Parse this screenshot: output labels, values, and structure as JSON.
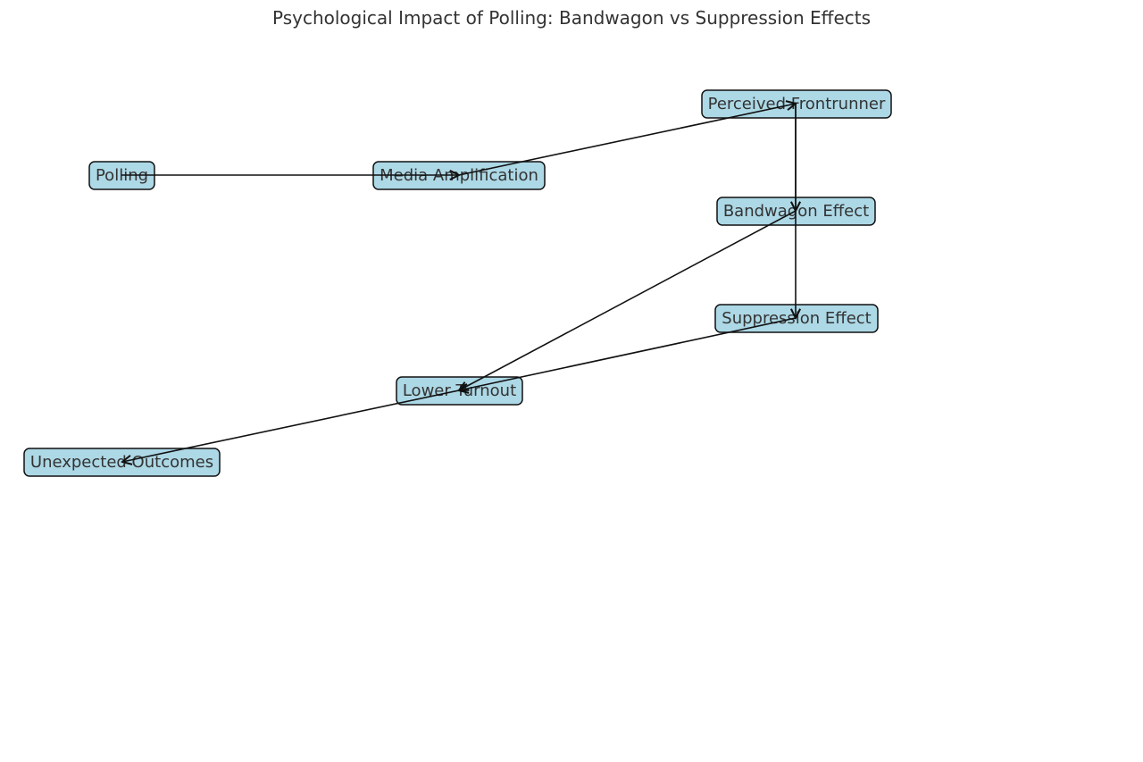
{
  "title": "Psychological Impact of Polling: Bandwagon vs Suppression Effects",
  "colors": {
    "node_fill": "#add8e6",
    "node_stroke": "#111111",
    "edge": "#111111",
    "text": "#333333"
  },
  "nodes": [
    {
      "id": "polling",
      "label": "Polling"
    },
    {
      "id": "media",
      "label": "Media Amplification"
    },
    {
      "id": "frontrunner",
      "label": "Perceived Frontrunner"
    },
    {
      "id": "bandwagon",
      "label": "Bandwagon Effect"
    },
    {
      "id": "suppression",
      "label": "Suppression Effect"
    },
    {
      "id": "turnout",
      "label": "Lower Turnout"
    },
    {
      "id": "outcomes",
      "label": "Unexpected Outcomes"
    }
  ],
  "edges": [
    {
      "from": "polling",
      "to": "media"
    },
    {
      "from": "media",
      "to": "frontrunner"
    },
    {
      "from": "frontrunner",
      "to": "bandwagon"
    },
    {
      "from": "frontrunner",
      "to": "suppression"
    },
    {
      "from": "bandwagon",
      "to": "turnout"
    },
    {
      "from": "suppression",
      "to": "turnout"
    },
    {
      "from": "turnout",
      "to": "outcomes"
    }
  ]
}
